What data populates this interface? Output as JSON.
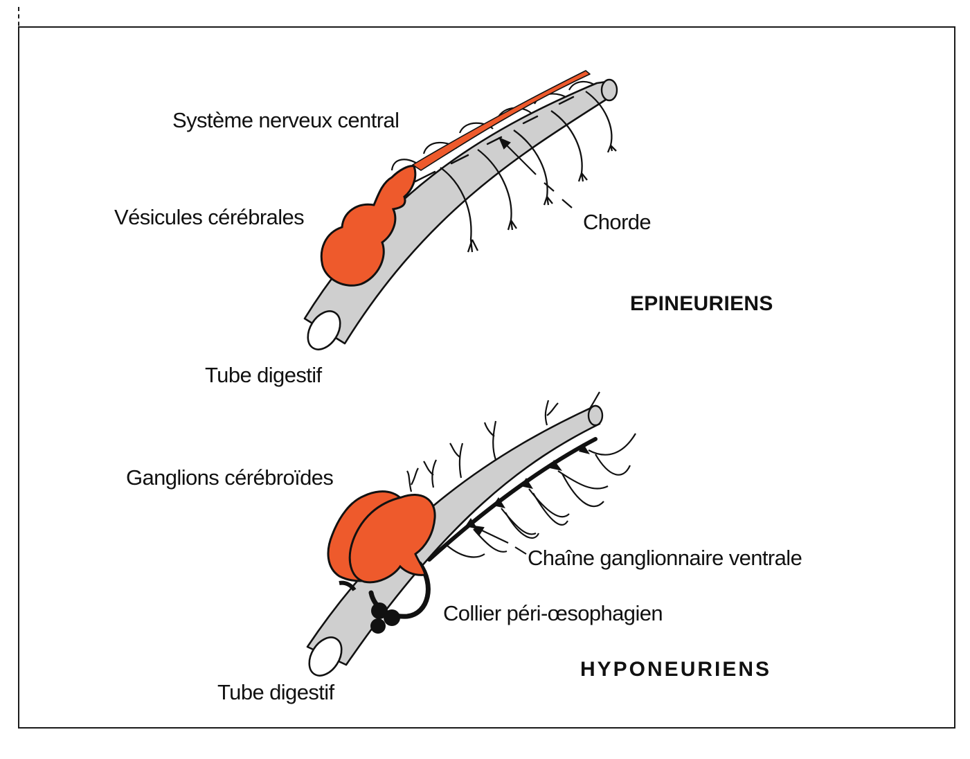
{
  "colors": {
    "nervous_tissue": "#ee5a2c",
    "digestive_tube": "#cfcfcf",
    "outline": "#111111",
    "background": "#ffffff"
  },
  "epineuriens": {
    "title": "EPINEURIENS",
    "labels": {
      "central_nervous_system": "Système nerveux central",
      "cerebral_vesicles": "Vésicules cérébrales",
      "notochord": "Chorde",
      "digestive_tube": "Tube digestif"
    }
  },
  "hyponeuriens": {
    "title": "HYPONEURIENS",
    "labels": {
      "cerebroid_ganglia": "Ganglions cérébroïdes",
      "ventral_ganglion_chain": "Chaîne ganglionnaire ventrale",
      "periesophageal_collar": "Collier péri-œsophagien",
      "digestive_tube": "Tube digestif"
    }
  }
}
